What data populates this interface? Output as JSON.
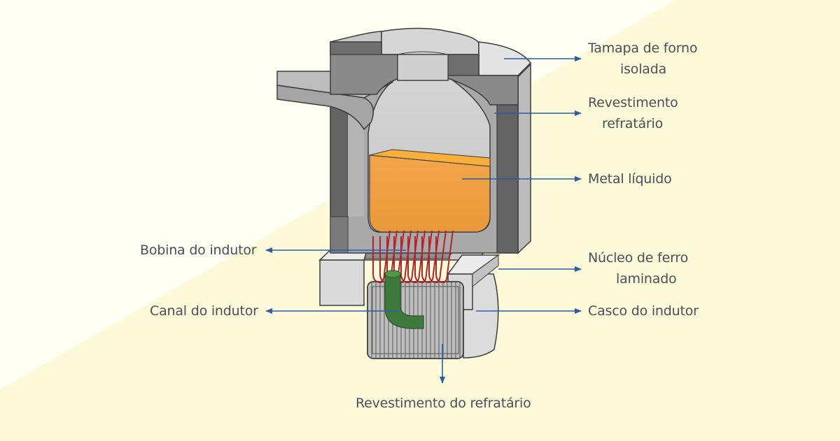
{
  "labels": {
    "tampa": [
      "Tamapa de forno",
      "isolada"
    ],
    "revestimento": [
      "Revestimento",
      "refratário"
    ],
    "metal": "Metal líquido",
    "nucleo": [
      "Núcleo de ferro",
      "laminado"
    ],
    "casco": "Casco do indutor",
    "bobina": "Bobina do indutor",
    "canal": "Canal do indutor",
    "revestimento_refratario": "Revestimento do refratário"
  },
  "colors": {
    "arrow": "#2a5ca8",
    "text": "#4a4f59",
    "metal_light": "#f9b03a",
    "metal_dark": "#e89f3c",
    "coil": "#b5222a",
    "channel": "#3e7a3b"
  }
}
